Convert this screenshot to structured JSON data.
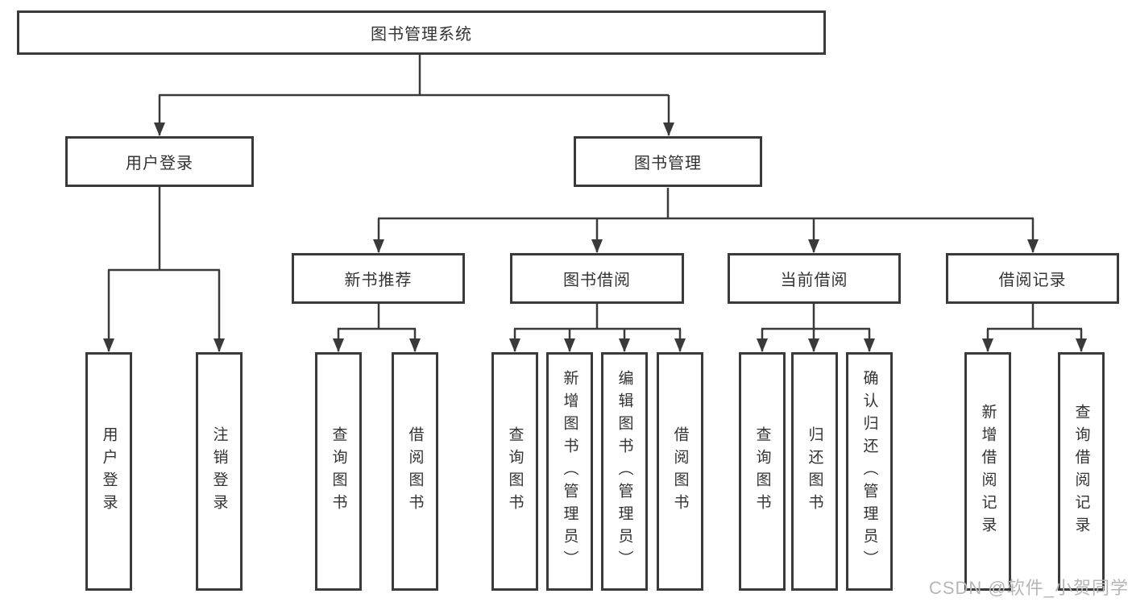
{
  "nodes": {
    "root": "图书管理系统",
    "user_login": "用户登录",
    "book_mgmt": "图书管理",
    "new_book_rec": "新书推荐",
    "book_borrow": "图书借阅",
    "current_borrow": "当前借阅",
    "borrow_record": "借阅记录",
    "leaf_user_login": "用户登录",
    "leaf_logout": "注销登录",
    "leaf_rec_query": "查询图书",
    "leaf_rec_borrow": "借阅图书",
    "leaf_bb_query": "查询图书",
    "leaf_bb_add": "新增图书（管理员）",
    "leaf_bb_edit": "编辑图书（管理员）",
    "leaf_bb_borrow": "借阅图书",
    "leaf_cb_query": "查询图书",
    "leaf_cb_return": "归还图书",
    "leaf_cb_confirm": "确认归还（管理员）",
    "leaf_br_add": "新增借阅记录",
    "leaf_br_query": "查询借阅记录"
  },
  "watermark": "CSDN @软件_小贺同学",
  "colors": {
    "line": "#3a3a3a",
    "box_border": "#3a3a3a",
    "text": "#333333",
    "watermark": "#b6b6b6",
    "background": "#ffffff"
  }
}
